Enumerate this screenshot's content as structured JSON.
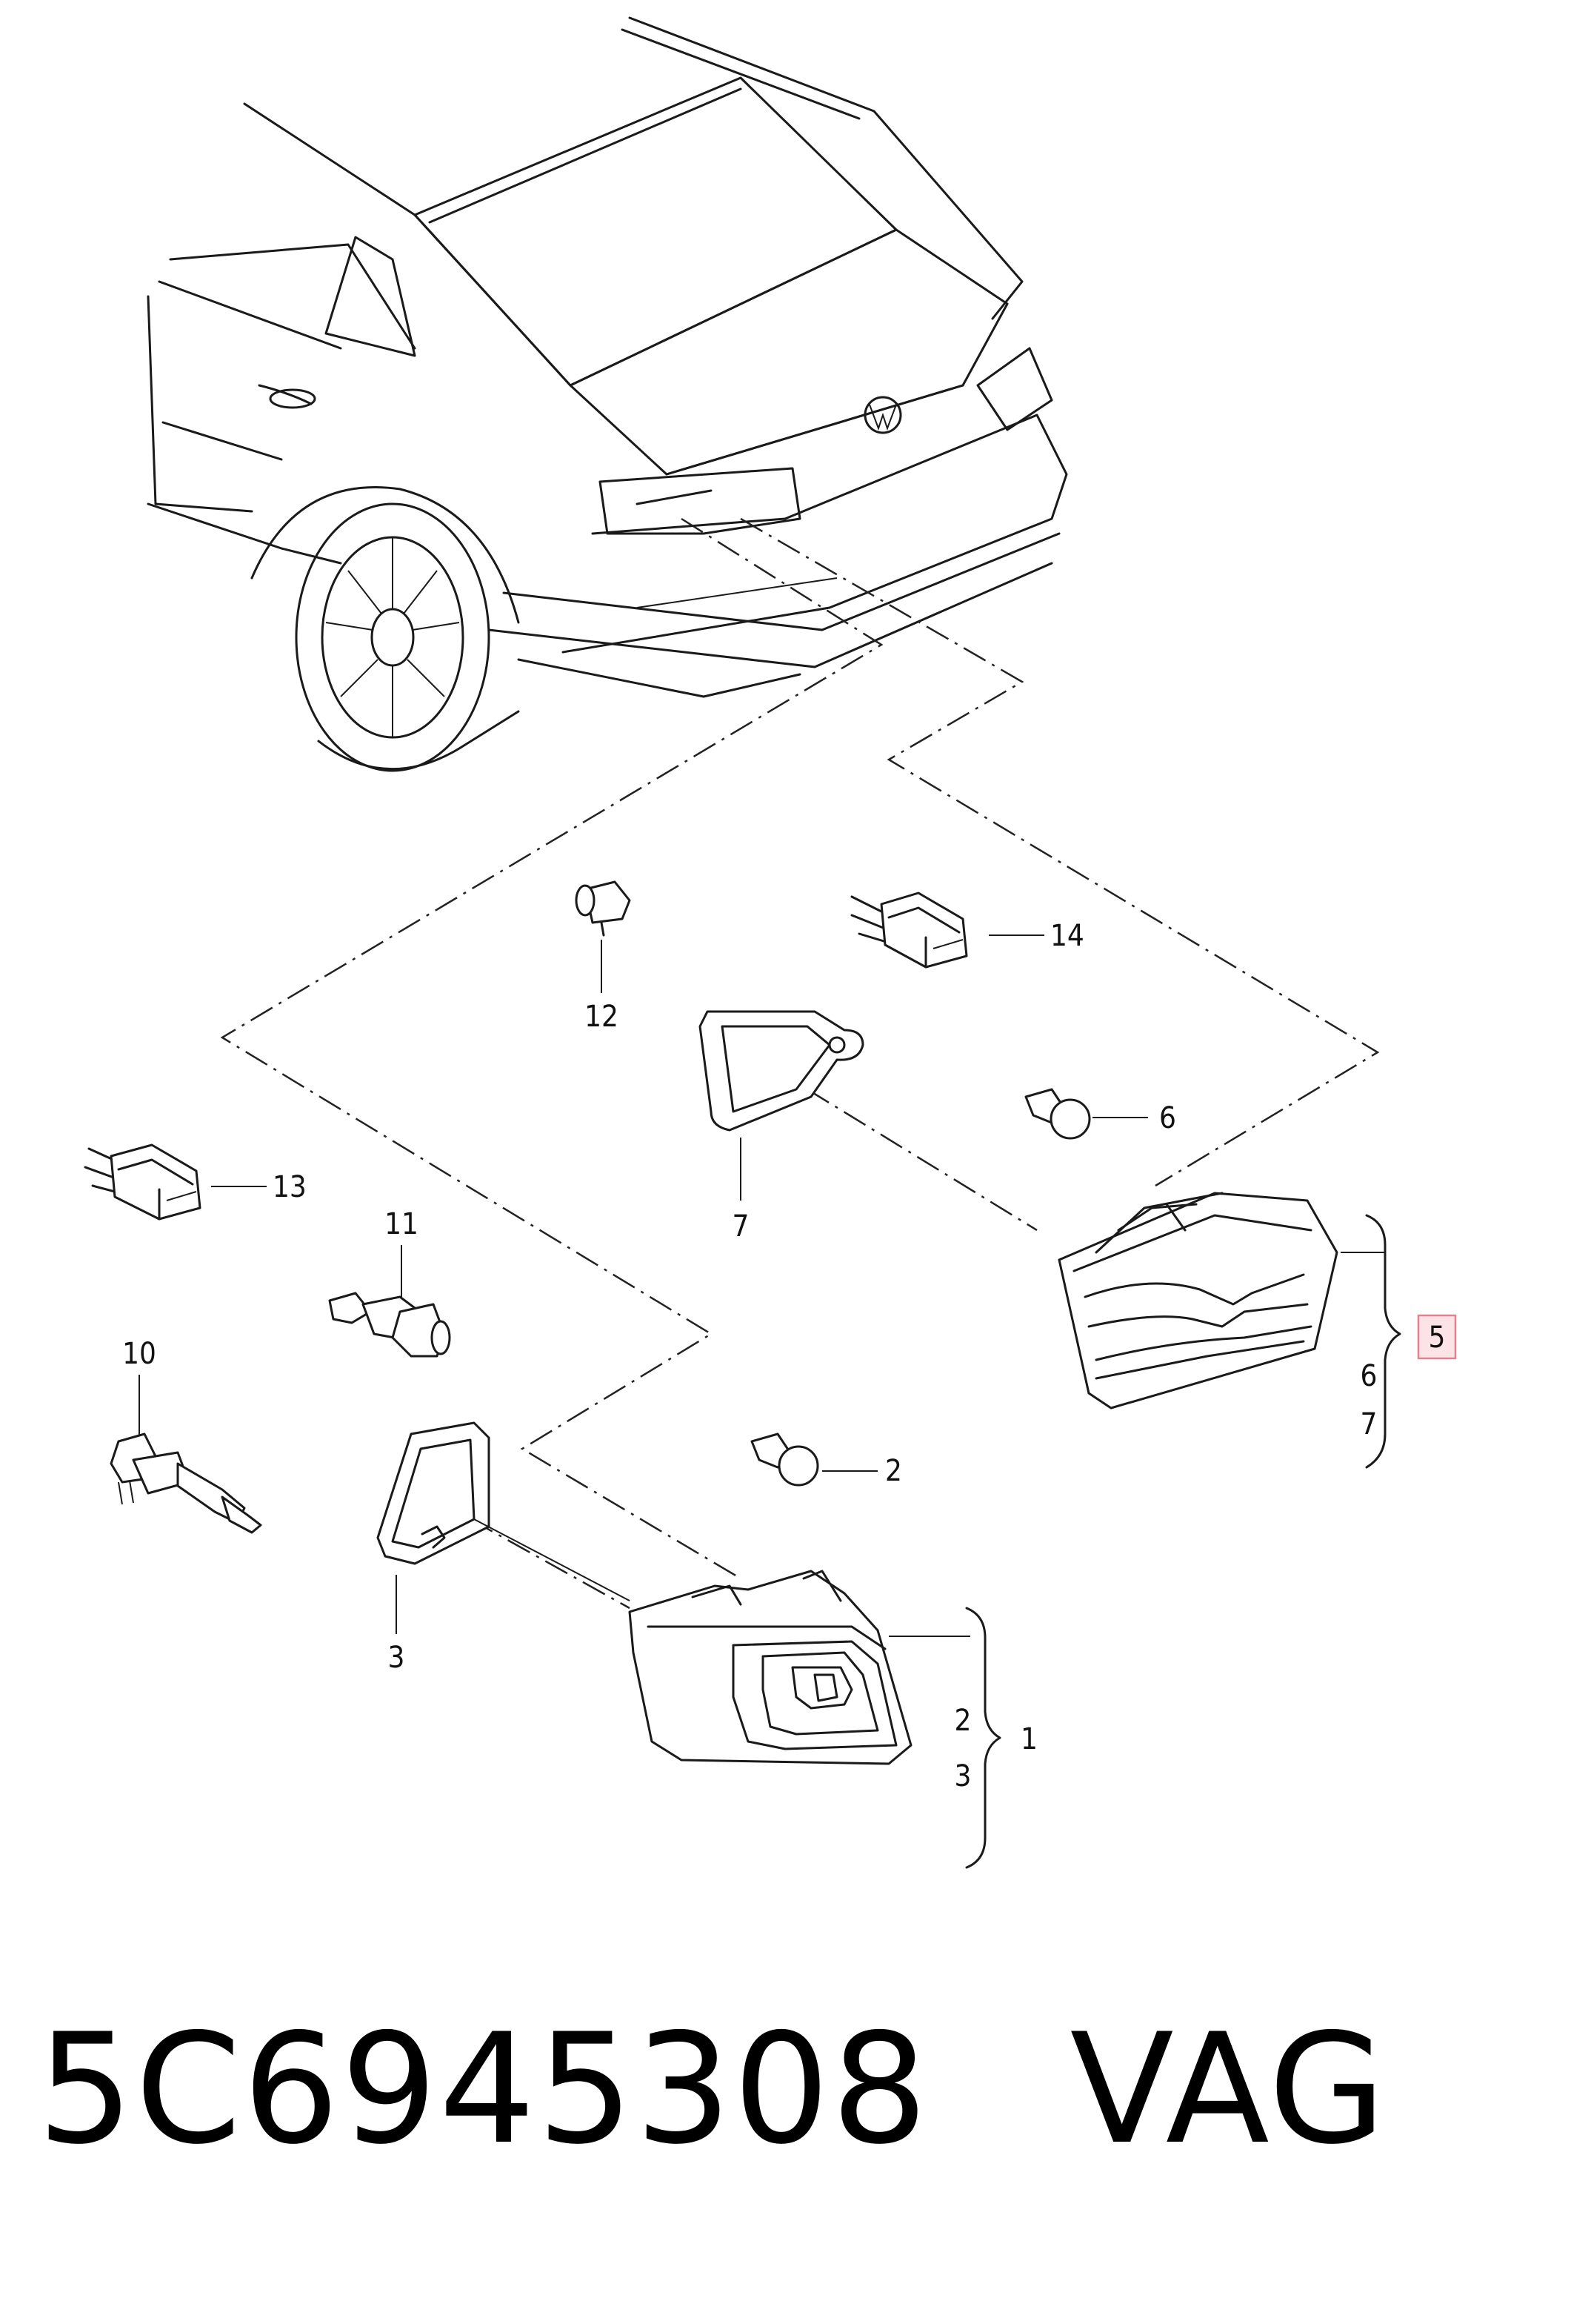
{
  "callouts": {
    "c1": "1",
    "c2": "2",
    "c3": "3",
    "c5": "5",
    "c6": "6",
    "c7": "7",
    "c10": "10",
    "c11": "11",
    "c12": "12",
    "c13": "13",
    "c14": "14",
    "g1_2": "2",
    "g1_3": "3",
    "g5_6": "6",
    "g5_7": "7"
  },
  "caption": {
    "part_number": "5C6945308",
    "brand": "VAG"
  },
  "colors": {
    "line": "#1a1a1a",
    "highlight_fill": "#fbe3e6",
    "highlight_stroke": "#e0828f"
  }
}
